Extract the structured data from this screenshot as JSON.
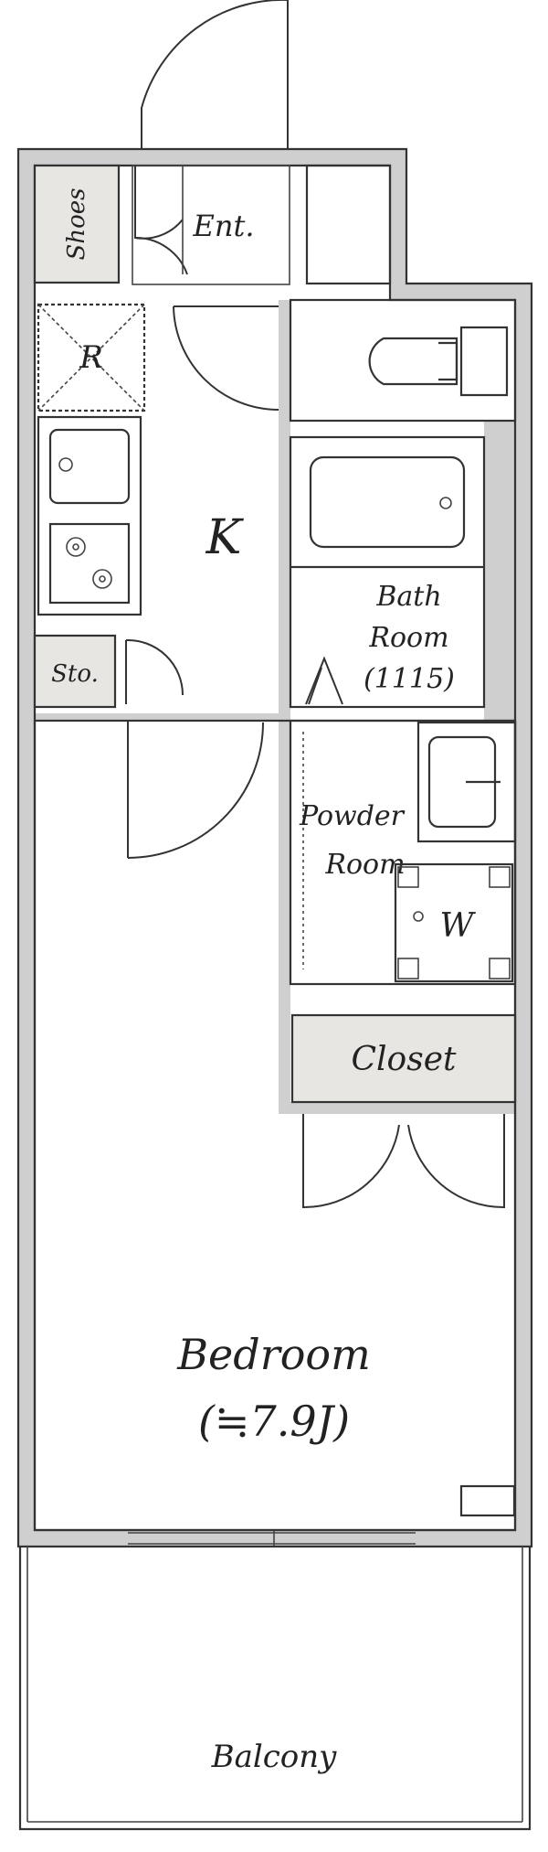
{
  "rooms": {
    "entrance": "Ent.",
    "shoes": "Shoes",
    "refrigerator": "R",
    "kitchen": "K",
    "storage": "Sto.",
    "bath": [
      "Bath",
      "Room",
      "(1115)"
    ],
    "powder": [
      "Powder",
      "Room"
    ],
    "washer": "W",
    "closet": "Closet",
    "bedroom": "Bedroom",
    "bedroom_size": "(≒7.9J)",
    "balcony": "Balcony"
  },
  "colors": {
    "wall": "#cfcfcf",
    "line": "#333333",
    "storage_fill": "#e8e6e3"
  }
}
